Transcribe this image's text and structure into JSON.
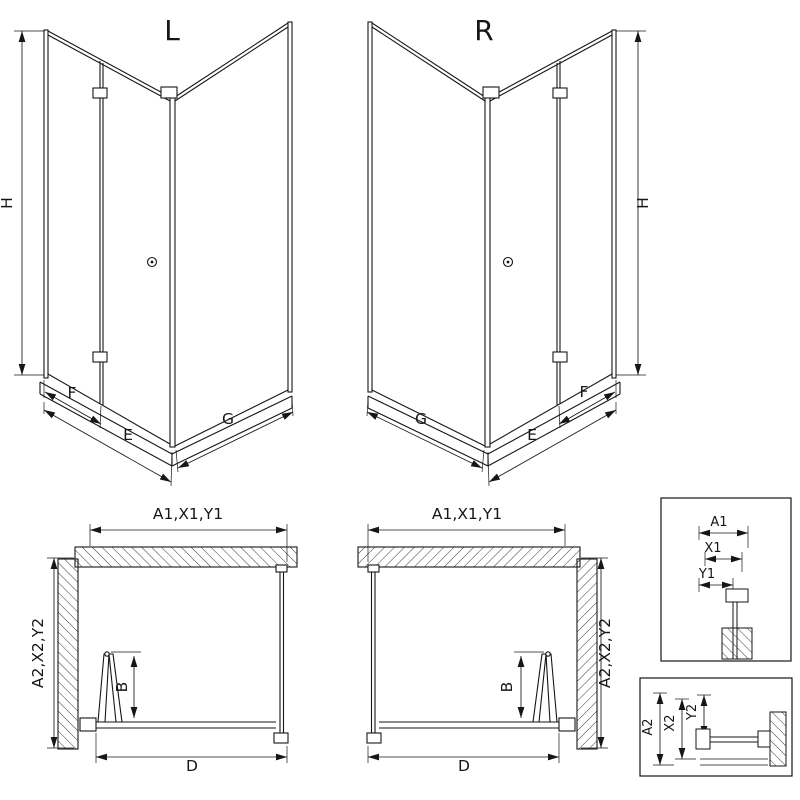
{
  "iso_left": {
    "title": "L",
    "dim_height": "H",
    "dim_door_panel": "F",
    "dim_door_side": "E",
    "dim_fixed_side": "G"
  },
  "iso_right": {
    "title": "R",
    "dim_height": "H",
    "dim_door_panel": "F",
    "dim_door_side": "E",
    "dim_fixed_side": "G"
  },
  "plan_left": {
    "dim_width_top": "A1,X1,Y1",
    "dim_depth_side": "A2,X2,Y2",
    "dim_door_projection": "B",
    "dim_entry_width": "D"
  },
  "plan_right": {
    "dim_width_top": "A1,X1,Y1",
    "dim_depth_side": "A2,X2,Y2",
    "dim_door_projection": "B",
    "dim_entry_width": "D"
  },
  "detail_top": {
    "dim_a1": "A1",
    "dim_x1": "X1",
    "dim_y1": "Y1"
  },
  "detail_bottom": {
    "dim_a2": "A2",
    "dim_x2": "X2",
    "dim_y2": "Y2"
  },
  "colors": {
    "line": "#161616",
    "background": "#ffffff"
  }
}
